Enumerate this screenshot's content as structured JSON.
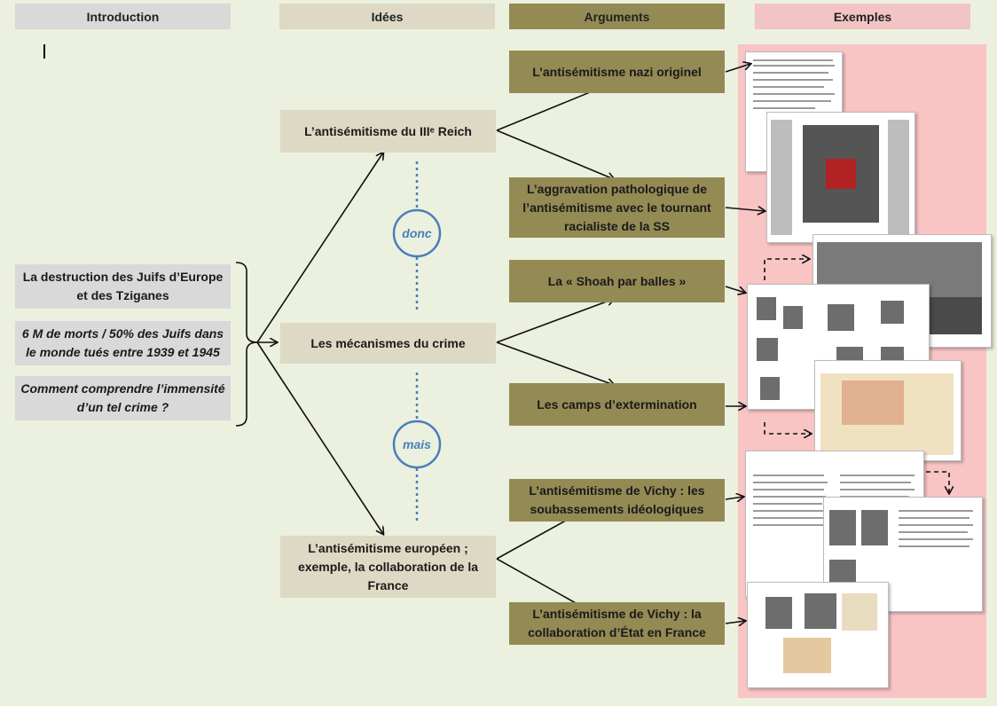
{
  "headers": {
    "introduction": "Introduction",
    "idees": "Idées",
    "arguments": "Arguments",
    "exemples": "Exemples"
  },
  "introduction": {
    "item1": "La destruction des Juifs d’Europe et des Tziganes",
    "item2": "6 M de morts / 50% des Juifs dans le monde tués entre 1939 et 1945",
    "item3": "Comment comprendre l’immensité d’un tel crime ?"
  },
  "idees": {
    "idea1": "L’antisémitisme du IIIᵉ Reich",
    "idea2": "Les mécanismes du crime",
    "idea3": "L’antisémitisme européen ; exemple, la collaboration de la France"
  },
  "connectors": {
    "donc": "donc",
    "mais": "mais"
  },
  "arguments": {
    "arg1": "L’antisémitisme nazi originel",
    "arg2": "L’aggravation pathologique de l’antisémitisme avec le tournant racialiste de la SS",
    "arg3": "La « Shoah par balles »",
    "arg4": "Les camps d’extermination",
    "arg5": "L’antisémitisme de Vichy : les soubassements idéologiques",
    "arg6": "L’antisémitisme de Vichy : la collaboration d’État en France"
  },
  "colors": {
    "background": "#ebf1de",
    "intro_box": "#d9d9d9",
    "idea_box": "#ddd9c4",
    "argument_box": "#948a54",
    "examples_panel": "#f9c4c4",
    "connector_circle": "#4a7ebb"
  }
}
